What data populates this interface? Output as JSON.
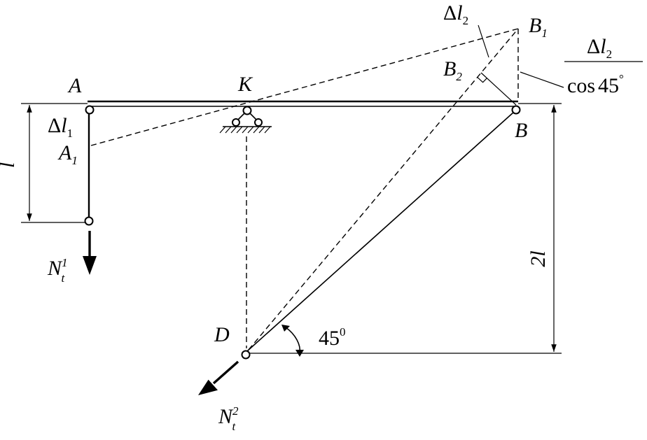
{
  "labels": {
    "A": "A",
    "K": "K",
    "B": "B",
    "B1": "B",
    "B1_sub": "1",
    "B2": "B",
    "B2_sub": "2",
    "A1": "A",
    "A1_sub": "1",
    "D": "D",
    "delta": "Δ",
    "l": "l",
    "dl1_sub": "1",
    "dl2_sub": "2",
    "dim_l": "l",
    "dim_2l": "2l",
    "cos": "cos",
    "cos_angle": "45",
    "cos_degree": "°",
    "angle_value": "45",
    "angle_degree": "0",
    "N": "N",
    "N_sub": "t",
    "N1_sup": "1",
    "N2_sup": "2"
  }
}
